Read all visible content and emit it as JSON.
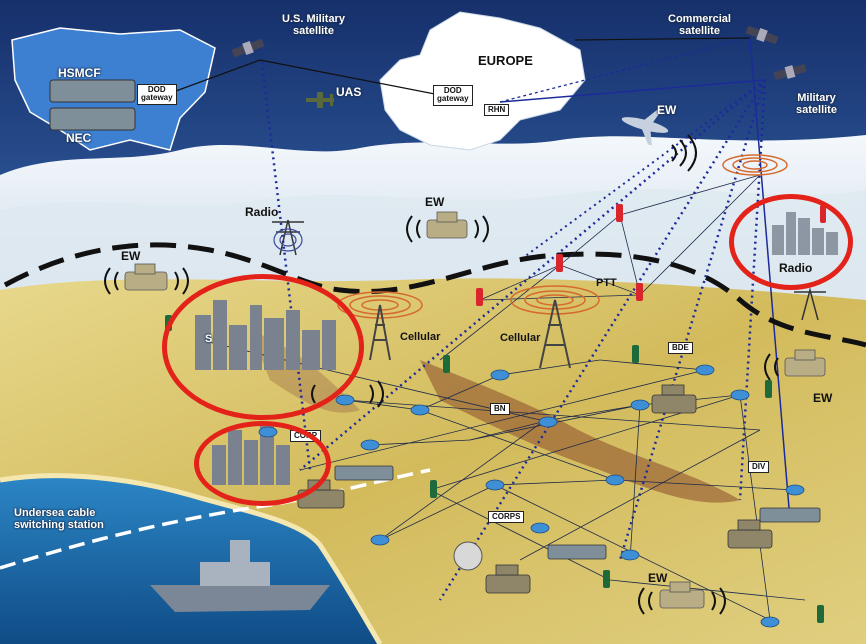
{
  "labels": {
    "hsmcf": "HSMCF",
    "nec": "NEC",
    "us_military_satellite": "U.S. Military\nsatellite",
    "commercial_satellite": "Commercial\nsatellite",
    "military_satellite": "Military\nsatellite",
    "europe": "EUROPE",
    "uas": "UAS",
    "ew_aircraft": "EW",
    "radio_tower_left": "Radio",
    "ew_top_center": "EW",
    "ew_left": "EW",
    "cellular_left": "Cellular",
    "cellular_center": "Cellular",
    "ptt": "PTT",
    "radio_right": "Radio",
    "ew_right": "EW",
    "ew_bottom": "EW",
    "undersea": "Undersea cable\nswitching station",
    "city_s": "S"
  },
  "boxes": {
    "dod_gateway_us": "DOD\ngateway",
    "dod_gateway_eu": "DOD\ngateway",
    "rhn": "RHN",
    "bde": "BDE",
    "bn": "BN",
    "corps": "CORPS",
    "div": "DIV",
    "corp_small": "CORP"
  },
  "colors": {
    "sky_top": "#16306b",
    "sky_bottom": "#7fa6d6",
    "mountain": "#e6eef5",
    "desert": "#d9c46a",
    "sea": "#1f6fb0",
    "highlight_ring": "#e32219",
    "dashed_line": "#111111",
    "network_line": "#1c2a4a",
    "satellite_link": "#1c2a9a",
    "router": "#3f8fd6",
    "soldier": "#1f6a3a",
    "enemy": "#d8262c",
    "cell_wave": "#d66a2c"
  },
  "icons": [
    "satellite-icon",
    "uas-drone-icon",
    "ew-aircraft-icon",
    "radio-tower-icon",
    "cell-tower-icon",
    "humvee-icon",
    "soldier-icon",
    "enemy-soldier-icon",
    "router-icon",
    "switch-icon",
    "tank-icon",
    "ship-icon",
    "city-icon",
    "us-map-icon",
    "europe-map-icon"
  ]
}
